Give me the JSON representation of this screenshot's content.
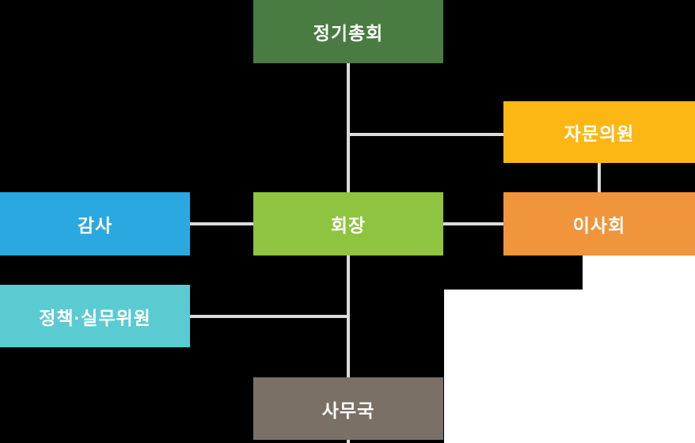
{
  "colors": {
    "background": "#000000",
    "connector": "#DCDCDC",
    "panel": "#FFFFFF"
  },
  "nodes": {
    "general_meeting": {
      "label": "정기총회",
      "color": "#4A7B42"
    },
    "advisory_members": {
      "label": "자문의원",
      "color": "#FDB714"
    },
    "auditor": {
      "label": "감사",
      "color": "#2AA8E0"
    },
    "president": {
      "label": "회장",
      "color": "#8EC440"
    },
    "board": {
      "label": "이사회",
      "color": "#F0953B"
    },
    "policy_committee": {
      "label": "정책·실무위원",
      "color": "#5ACBD1"
    },
    "secretariat": {
      "label": "사무국",
      "color": "#7A7065"
    }
  }
}
